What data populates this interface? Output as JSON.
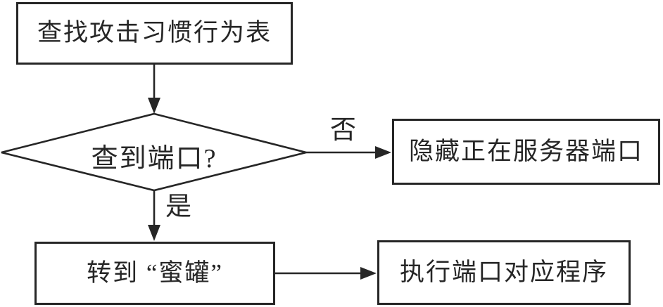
{
  "diagram": {
    "description": "Flowchart of honeypot port lookup handling",
    "colors": {
      "line": "#262626",
      "node_fill": "#ffffff",
      "background": "#ffffff"
    },
    "nodes": {
      "lookup_table": {
        "type": "process",
        "label": "查找攻击习惯行为表"
      },
      "port_found": {
        "type": "decision",
        "label": "查到端口?"
      },
      "hide_port": {
        "type": "process",
        "label": "隐藏正在服务器端口"
      },
      "goto_honeypot": {
        "type": "process",
        "label": "转到 “蜜罐”"
      },
      "run_program": {
        "type": "process",
        "label": "执行端口对应程序"
      }
    },
    "edges": {
      "lookup_to_decision": {
        "from": "lookup_table",
        "to": "port_found",
        "label": ""
      },
      "decision_to_hide": {
        "from": "port_found",
        "to": "hide_port",
        "label": "否"
      },
      "decision_to_honeypot": {
        "from": "port_found",
        "to": "goto_honeypot",
        "label": "是"
      },
      "honeypot_to_run": {
        "from": "goto_honeypot",
        "to": "run_program",
        "label": ""
      }
    }
  }
}
